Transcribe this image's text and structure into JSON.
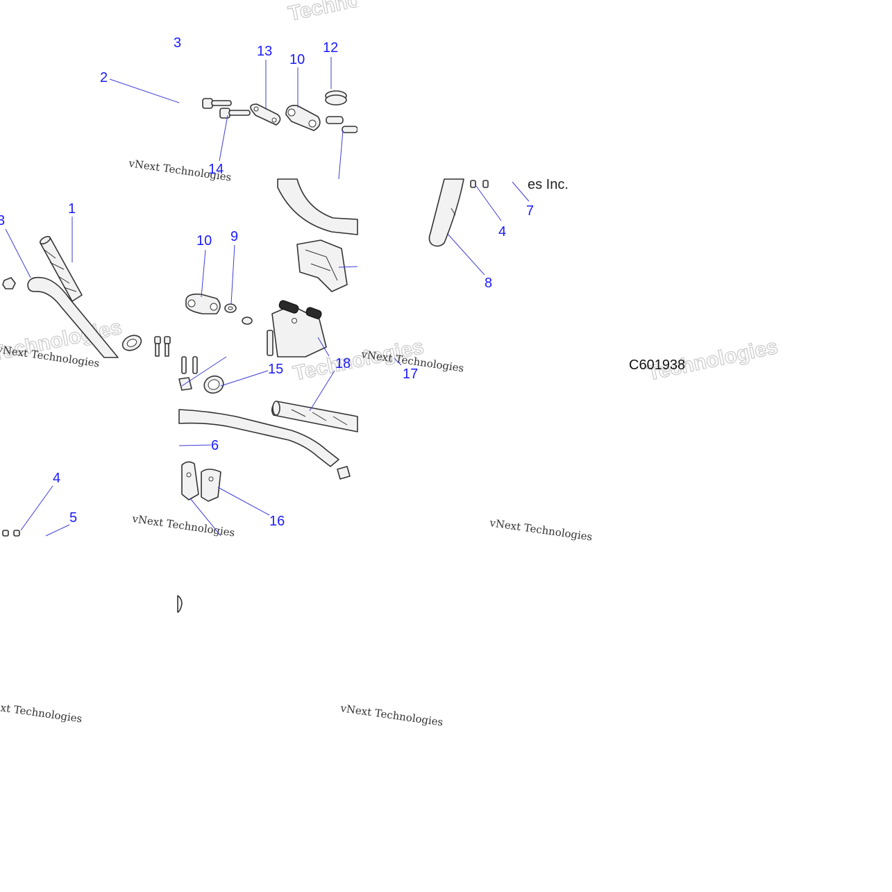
{
  "drawing_number": "C601938",
  "callouts": [
    "1",
    "2",
    "3",
    "4",
    "5",
    "6",
    "7",
    "8",
    "9",
    "10",
    "12",
    "13",
    "14",
    "15",
    "16",
    "17",
    "18"
  ],
  "watermark": {
    "text_small": "vNext Technologies",
    "text_big": "Technologies",
    "fragment_inc": "es Inc."
  },
  "icons": [
    "bolt-icon",
    "handlebar-icon",
    "grip-icon",
    "clamp-icon",
    "riser-icon",
    "nut-icon",
    "washer-icon"
  ]
}
